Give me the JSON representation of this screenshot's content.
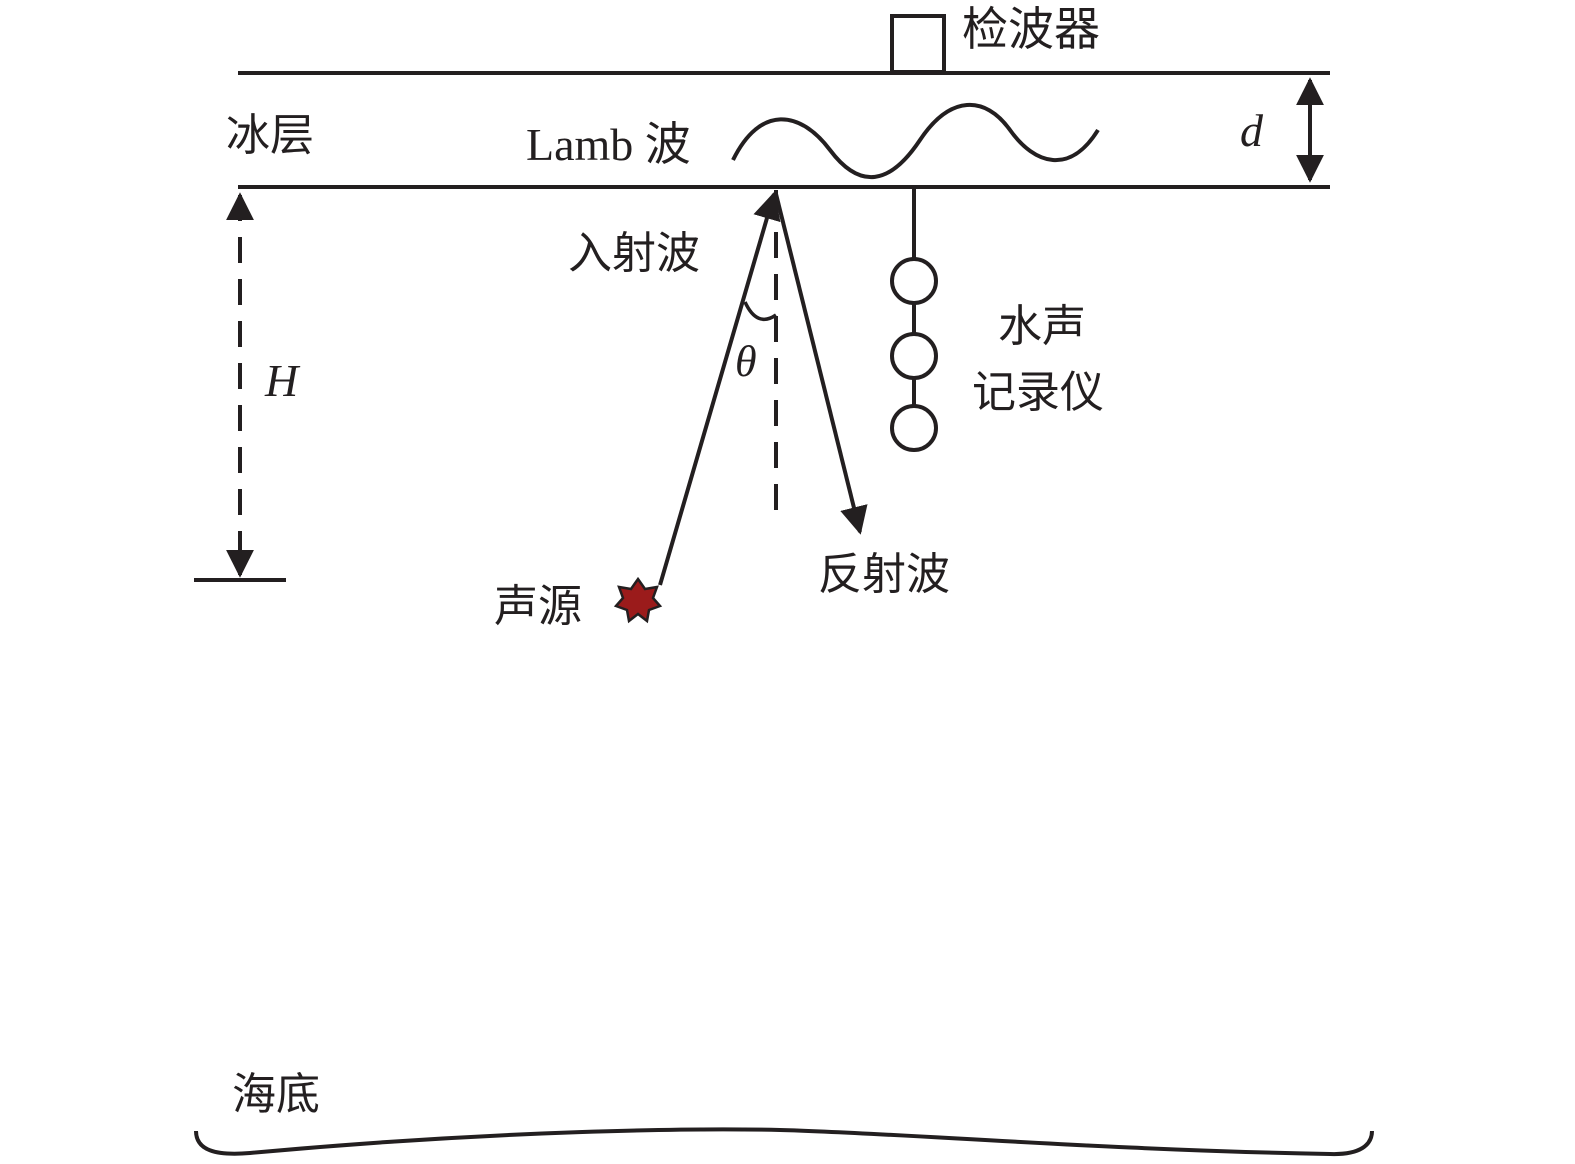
{
  "labels": {
    "geophone": "检波器",
    "ice_layer": "冰层",
    "lamb_wave": "Lamb 波",
    "thickness": "d",
    "incident_wave": "入射波",
    "angle": "θ",
    "depth": "H",
    "hydrophone_line1": "水声",
    "hydrophone_line2": "记录仪",
    "reflected_wave": "反射波",
    "source": "声源",
    "seabed": "海底"
  },
  "colors": {
    "line": "#231f20",
    "source_fill": "#9b1b1b"
  }
}
